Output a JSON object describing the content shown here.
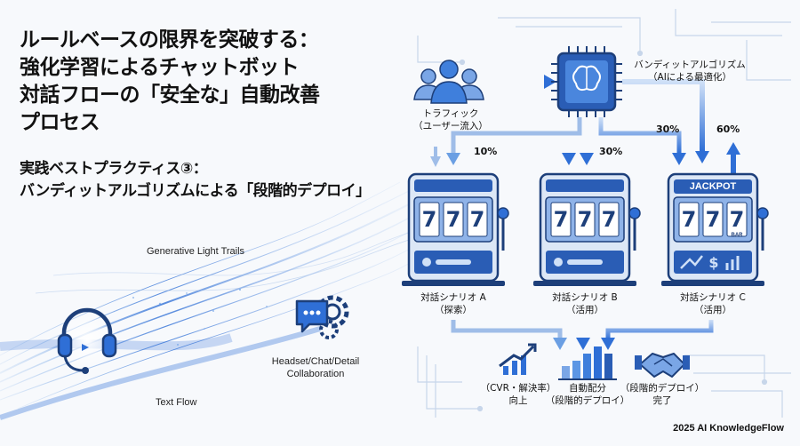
{
  "title": {
    "line1": "ルールベースの限界を突破する：",
    "line2": "強化学習によるチャットボット",
    "line3": "対話フローの「安全な」自動改善",
    "line4": "プロセス"
  },
  "subtitle": {
    "line1": "実践ベストプラクティス③：",
    "line2": "バンディットアルゴリズムによる「段階的デプロイ」"
  },
  "left_panel": {
    "light_trails_label": "Generative Light Trails",
    "collab_label_line1": "Headset/Chat/Detail",
    "collab_label_line2": "Collaboration",
    "text_flow_label": "Text Flow"
  },
  "traffic": {
    "line1": "トラフィック",
    "line2": "（ユーザー流入）"
  },
  "bandit": {
    "line1": "バンディットアルゴリズム",
    "line2": "（AIによる最適化）"
  },
  "percentages": {
    "a": "10%",
    "b": "30%",
    "c": "30%",
    "feedback": "60%"
  },
  "scenarios": [
    {
      "name": "対話シナリオ A",
      "role": "（探索）",
      "reels": [
        "7",
        "7",
        "7"
      ]
    },
    {
      "name": "対話シナリオ B",
      "role": "（活用）",
      "reels": [
        "7",
        "7",
        "7"
      ]
    },
    {
      "name": "対話シナリオ C",
      "role": "（活用）",
      "reels": [
        "7",
        "7",
        "7"
      ],
      "banner": "JACKPOT",
      "bar_label": "BAR"
    }
  ],
  "outcomes": {
    "left_line1": "（CVR・解決率）",
    "left_line2": "向上",
    "center_line1": "自動配分",
    "center_line2": "（段階的デプロイ）",
    "right_line1": "（段階的デプロイ）",
    "right_line2": "完了"
  },
  "footer": "2025 AI KnowledgeFlow",
  "colors": {
    "accent": "#2f6fd6",
    "dark": "#1d3f7a",
    "light": "#a9c6ef"
  }
}
